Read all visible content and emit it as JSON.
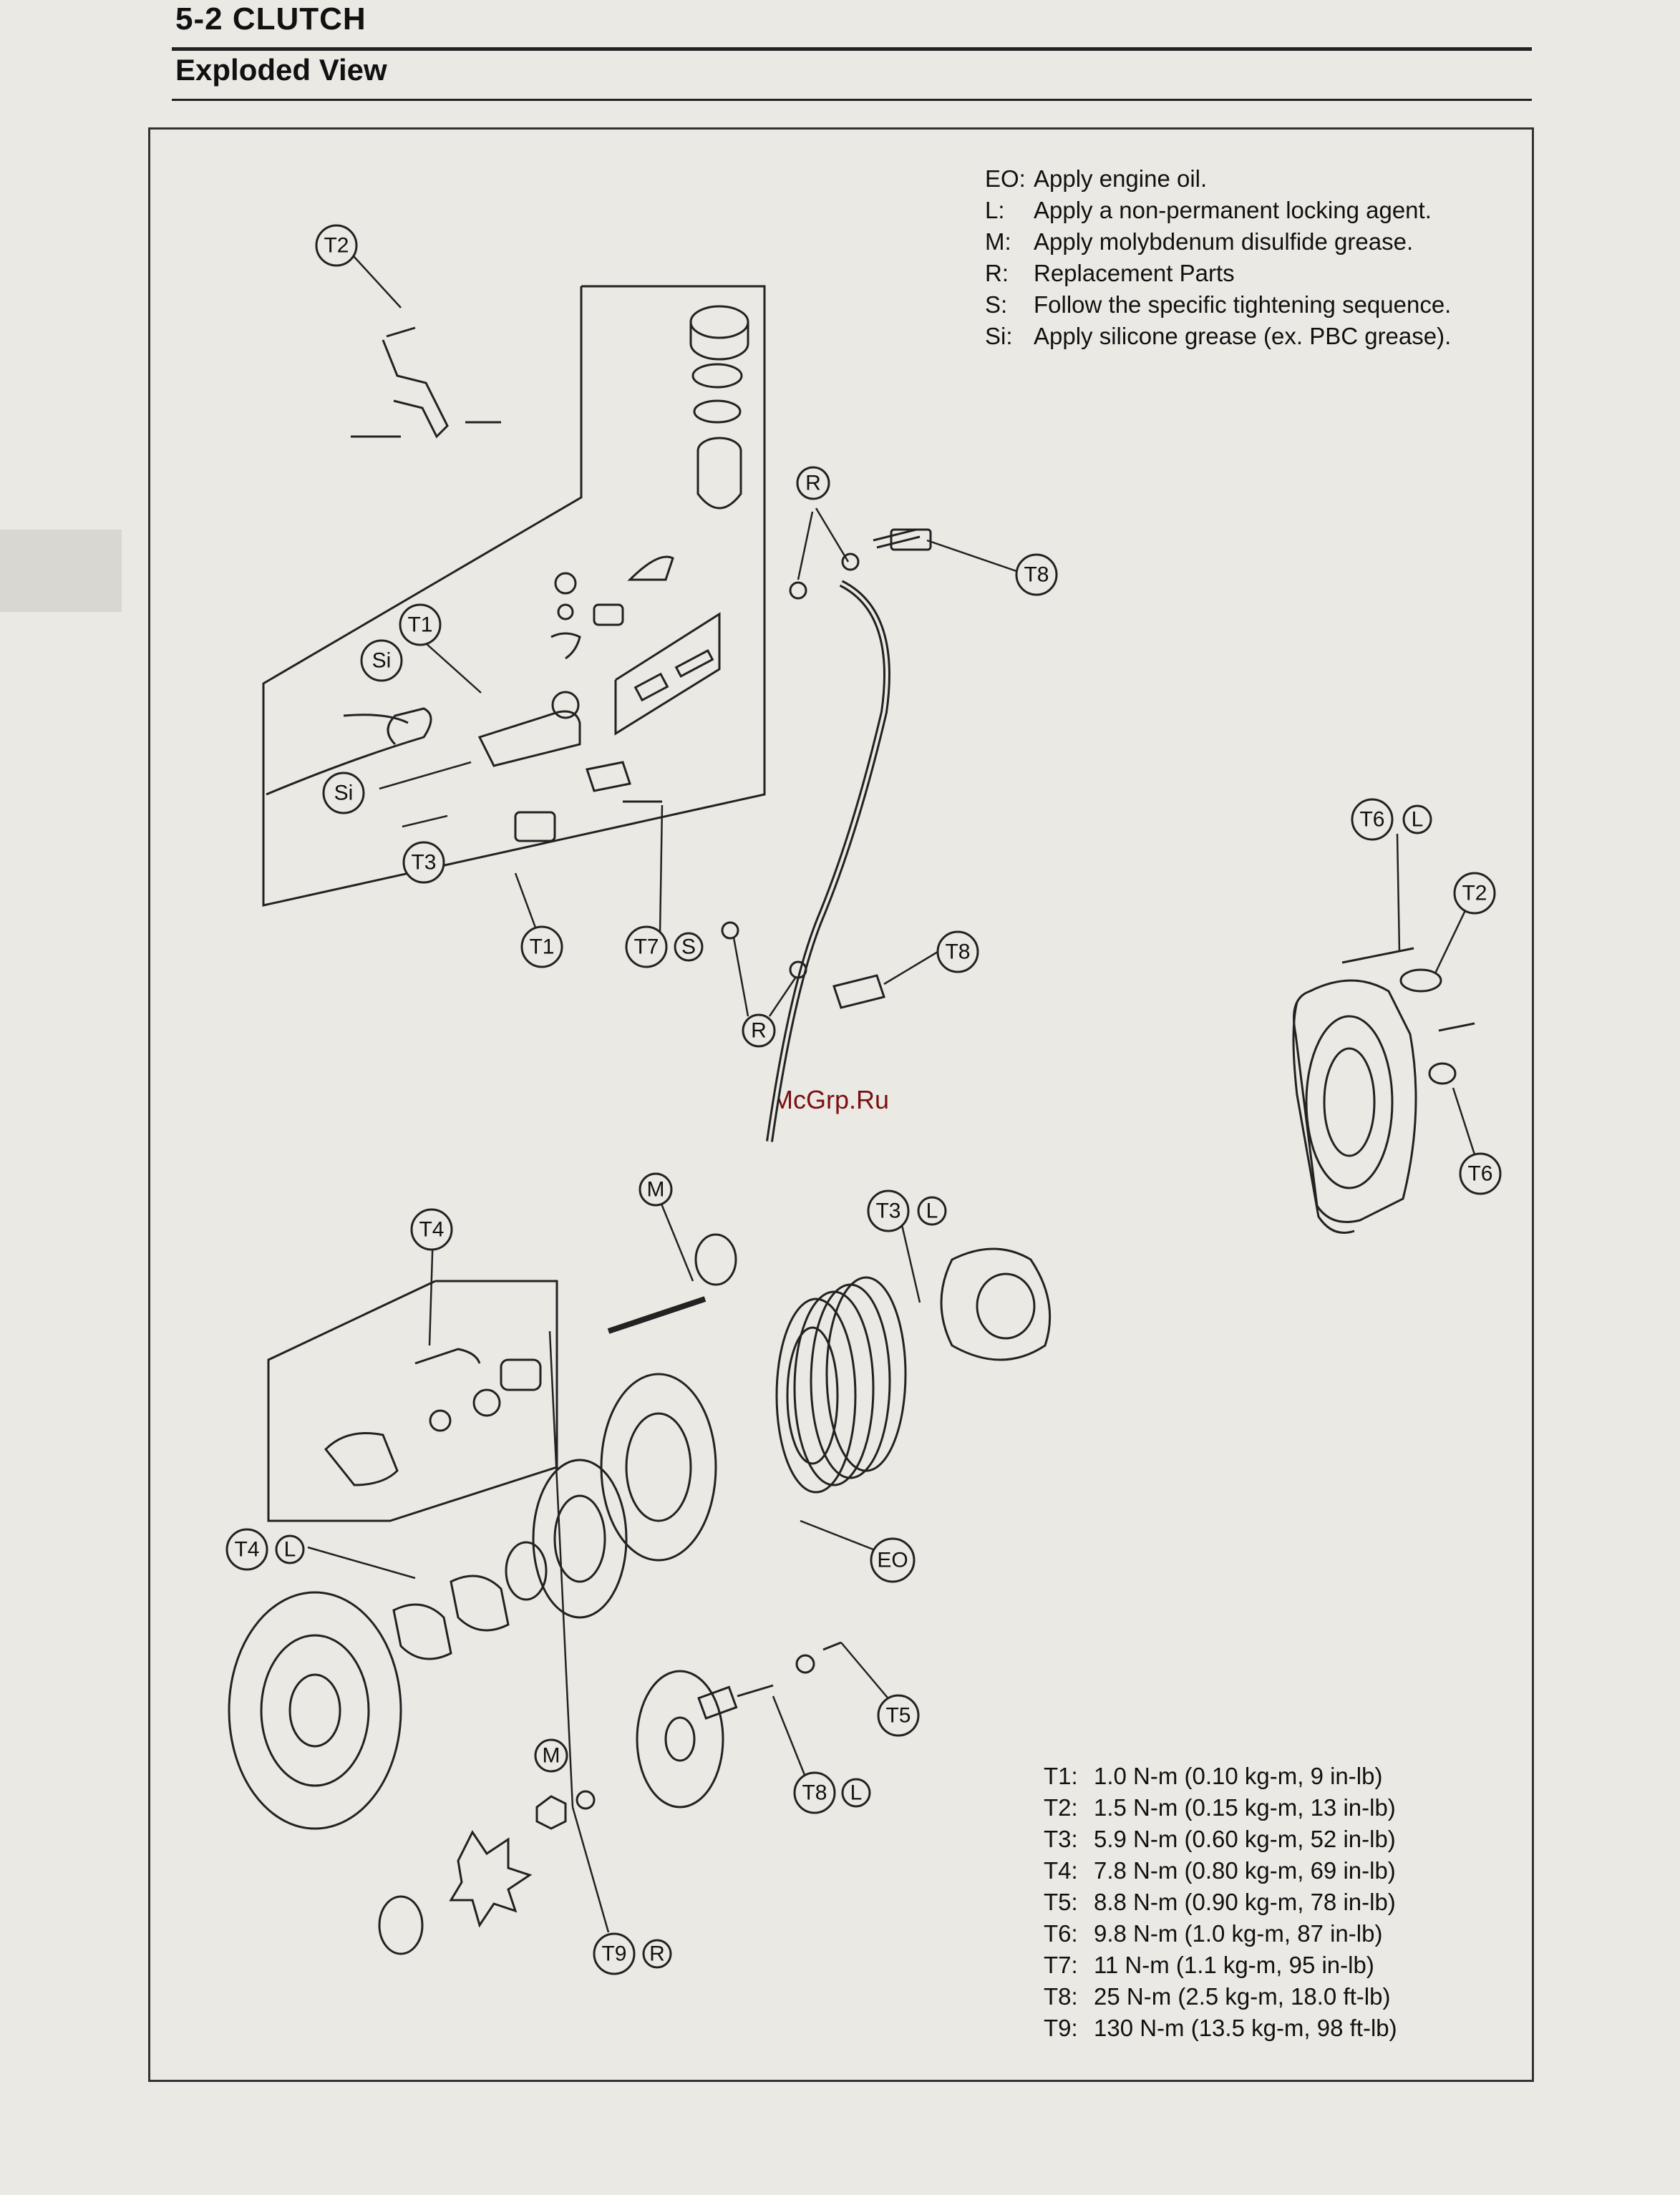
{
  "header": {
    "section": "5-2 CLUTCH",
    "subtitle": "Exploded View"
  },
  "legend": [
    {
      "code": "EO:",
      "text": "Apply engine oil."
    },
    {
      "code": "L:",
      "text": "Apply a non-permanent locking agent."
    },
    {
      "code": "M:",
      "text": "Apply molybdenum disulfide grease."
    },
    {
      "code": "R:",
      "text": "Replacement Parts"
    },
    {
      "code": "S:",
      "text": "Follow the specific tightening sequence."
    },
    {
      "code": "Si:",
      "text": "Apply silicone grease (ex. PBC grease)."
    }
  ],
  "torque": [
    {
      "code": "T1:",
      "text": "1.0 N-m (0.10 kg-m, 9 in-lb)"
    },
    {
      "code": "T2:",
      "text": "1.5 N-m (0.15 kg-m, 13 in-lb)"
    },
    {
      "code": "T3:",
      "text": "5.9 N-m (0.60 kg-m, 52 in-lb)"
    },
    {
      "code": "T4:",
      "text": "7.8 N-m (0.80 kg-m, 69 in-lb)"
    },
    {
      "code": "T5:",
      "text": "8.8 N-m (0.90 kg-m, 78 in-lb)"
    },
    {
      "code": "T6:",
      "text": "9.8 N-m (1.0 kg-m, 87 in-lb)"
    },
    {
      "code": "T7:",
      "text": "11 N-m (1.1 kg-m, 95 in-lb)"
    },
    {
      "code": "T8:",
      "text": "25 N-m (2.5 kg-m, 18.0 ft-lb)"
    },
    {
      "code": "T9:",
      "text": "130 N-m (13.5 kg-m, 98 ft-lb)"
    }
  ],
  "callouts": {
    "t1": "T1",
    "t2": "T2",
    "t3": "T3",
    "t4": "T4",
    "t5": "T5",
    "t6": "T6",
    "t7": "T7",
    "t8": "T8",
    "t9": "T9",
    "si": "Si",
    "r": "R",
    "s": "S",
    "l": "L",
    "m": "M",
    "eo": "EO"
  },
  "watermark": "McGrp.Ru"
}
